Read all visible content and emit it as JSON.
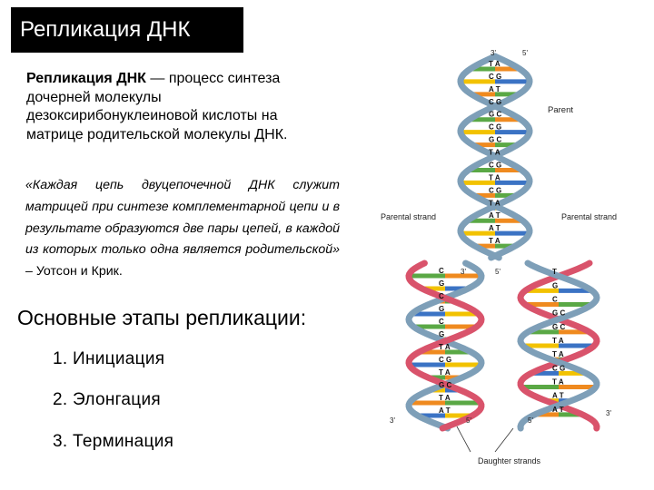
{
  "title": "Репликация ДНК",
  "definition": {
    "term": "Репликация ДНК",
    "text": " — процесс синтеза дочерней молекулы дезоксирибонуклеиновой кислоты на матрице родительской молекулы ДНК."
  },
  "quote": {
    "text": "«Каждая цепь двуцепочечной ДНК служит матрицей при синтезе комплементарной цепи и в результате образуются две пары цепей, в каждой из которых только одна является родительской»",
    "author": " – Уотсон и Крик."
  },
  "stages": {
    "heading": "Основные этапы репликации:",
    "items": [
      "1. Инициация",
      "2. Элонгация",
      "3. Терминация"
    ]
  },
  "figure": {
    "labels": {
      "parent": "Parent",
      "parental_strand_left": "Parental strand",
      "parental_strand_right": "Parental strand",
      "daughter_strands": "Daughter strands"
    },
    "ends": {
      "top_left": "3'",
      "top_right": "5'",
      "fork_left": "3'",
      "fork_right": "5'",
      "bottom_left_1": "3'",
      "bottom_left_2": "5'",
      "bottom_right_1": "3'",
      "bottom_right_2": "5'"
    },
    "base_pairs_upper": [
      "T A",
      "C G",
      "A T",
      "C G",
      "G C",
      "C G",
      "G C",
      "T A",
      "C G",
      "T A",
      "C G",
      "T A",
      "A T",
      "A T",
      "T A"
    ],
    "base_pairs_left": [
      "C",
      "G",
      "C",
      "G",
      "C",
      "G",
      "T A",
      "C G",
      "T A",
      "G C",
      "T A",
      "A T"
    ],
    "base_pairs_right": [
      "T",
      "G",
      "C",
      "G C",
      "G C",
      "T A",
      "T A",
      "C G",
      "T A",
      "A T",
      "A T"
    ],
    "colors": {
      "parental": "#7e9fb8",
      "daughter": "#d9536b",
      "green": "#5aa845",
      "yellow": "#f2c200",
      "orange": "#ef8a1f",
      "blue": "#3b73c4"
    }
  }
}
